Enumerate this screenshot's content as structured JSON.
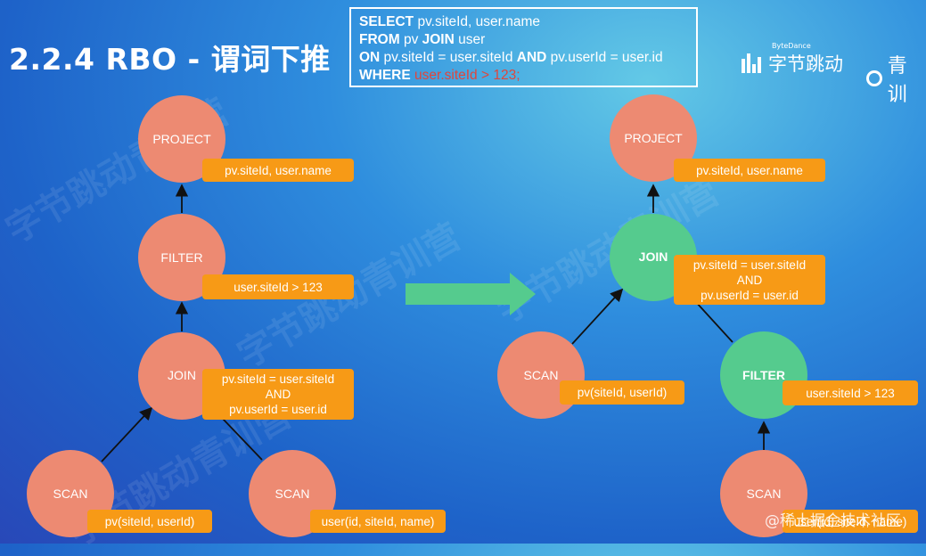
{
  "slide": {
    "title": "2.2.4 RBO - 谓词下推",
    "sql": {
      "line1_kw": "SELECT",
      "line1_text": " pv.siteId, user.name",
      "line2_kw1": "FROM",
      "line2_text1": " pv ",
      "line2_kw2": "JOIN",
      "line2_text2": " user",
      "line3_kw1": "ON",
      "line3_text1": " pv.siteId = user.siteId ",
      "line3_kw2": "AND",
      "line3_text2": " pv.userId = user.id",
      "line4_kw": "WHERE",
      "line4_space": " ",
      "line4_cond": "user.siteId > 123",
      "line4_end": ";"
    },
    "logos": {
      "bytedance_small": "ByteDance",
      "bytedance": "字节跳动",
      "qingxun": "青训"
    },
    "watermark_text": "字节跳动青训营",
    "footer_watermark": "@稀土掘金技术社区"
  },
  "colors": {
    "node_default": "#ed8a72",
    "node_changed": "#55cb8e",
    "label_bg": "#f79a16",
    "arrow_green": "#55cb8e",
    "where_condition": "#e0463c"
  },
  "before_plan": {
    "project": {
      "name": "PROJECT",
      "label": "pv.siteId, user.name"
    },
    "filter": {
      "name": "FILTER",
      "label": "user.siteId > 123"
    },
    "join": {
      "name": "JOIN",
      "label_lines": [
        "pv.siteId = user.siteId",
        "AND",
        "pv.userId = user.id"
      ]
    },
    "scan_pv": {
      "name": "SCAN",
      "label": "pv(siteId, userId)"
    },
    "scan_user": {
      "name": "SCAN",
      "label": "user(id, siteId, name)"
    }
  },
  "after_plan": {
    "project": {
      "name": "PROJECT",
      "label": "pv.siteId, user.name"
    },
    "join": {
      "name": "JOIN",
      "label_lines": [
        "pv.siteId = user.siteId",
        "AND",
        "pv.userId = user.id"
      ]
    },
    "scan_pv": {
      "name": "SCAN",
      "label": "pv(siteId, userId)"
    },
    "filter": {
      "name": "FILTER",
      "label": "user.siteId > 123"
    },
    "scan_user": {
      "name": "SCAN",
      "label": "user(id, siteId, name)"
    }
  }
}
